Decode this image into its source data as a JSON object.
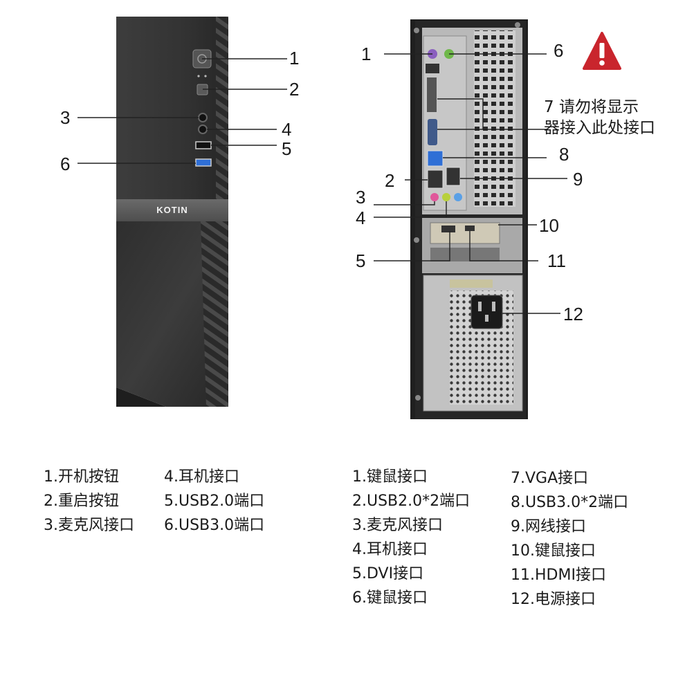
{
  "front": {
    "brand": "KOTIN",
    "callouts": [
      "1",
      "2",
      "3",
      "4",
      "5",
      "6"
    ]
  },
  "rear": {
    "callouts": [
      "1",
      "6",
      "8",
      "2",
      "9",
      "3",
      "4",
      "10",
      "5",
      "11",
      "12"
    ],
    "warning_note": {
      "number": "7",
      "line1": "请勿将显示",
      "line2": "器接入此处接口"
    }
  },
  "legend_front": {
    "col1": [
      "1.开机按钮",
      "2.重启按钮",
      "3.麦克风接口"
    ],
    "col2": [
      "4.耳机接口",
      "5.USB2.0端口",
      "6.USB3.0端口"
    ]
  },
  "legend_rear": {
    "col1": [
      "1.键鼠接口",
      "2.USB2.0*2端口",
      "3.麦克风接口",
      "4.耳机接口",
      "5.DVI接口",
      "6.键鼠接口"
    ],
    "col2": [
      "7.VGA接口",
      "8.USB3.0*2端口",
      "9.网线接口",
      "10.键鼠接口",
      "11.HDMI接口",
      "12.电源接口"
    ]
  },
  "colors": {
    "case_dark": "#2b2b2b",
    "case_mid": "#3a3a3a",
    "warning_red": "#c9252d",
    "usb3_blue": "#2f6fd6",
    "mic_pink": "#e0579a",
    "audio_green": "#7fbf3f",
    "ps2_purple": "#8a5fbf"
  }
}
